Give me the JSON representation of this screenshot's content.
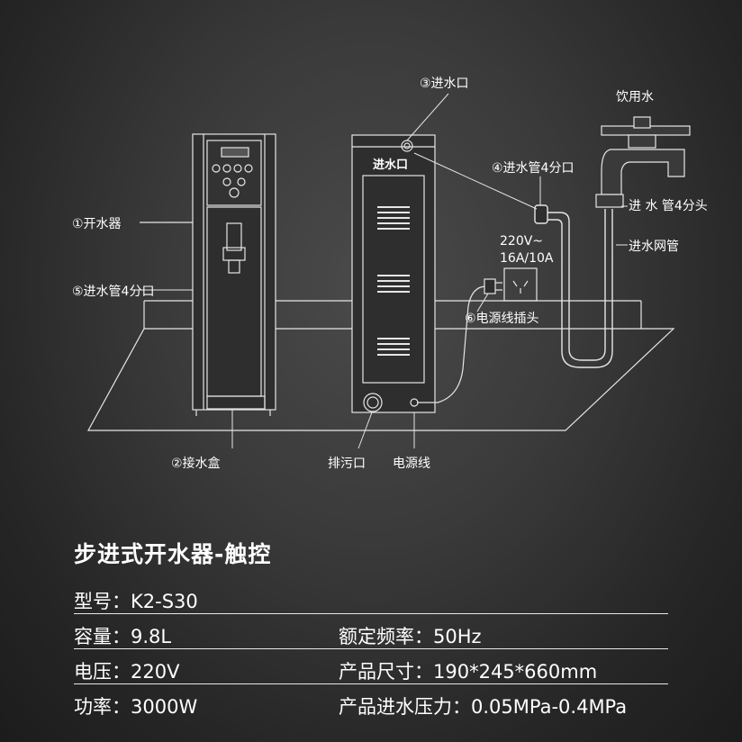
{
  "labels": {
    "boiler": "①开水器",
    "drip_tray": "②接水盒",
    "inlet_port": "③进水口",
    "inlet_pipe_4": "④进水管4分口",
    "inlet_pipe_5": "⑤进水管4分口",
    "power_plug": "⑥电源线插头",
    "drinking_water": "饮用水",
    "inlet_pipe_head": "进 水 管4分头",
    "inlet_mesh_pipe": "进水网管",
    "voltage_rating": "220V~",
    "current_rating": "16A/10A",
    "drain": "排污口",
    "power_cord": "电源线",
    "back_inlet": "进水口"
  },
  "product": {
    "title": "步进式开水器-触控"
  },
  "specs": {
    "model": "型号：K2-S30",
    "capacity": "容量：9.8L",
    "frequency": "额定频率：50Hz",
    "voltage": "电压：220V",
    "size": "产品尺寸：190*245*660mm",
    "power": "功率：3000W",
    "pressure": "产品进水压力：0.05MPa-0.4MPa"
  },
  "colors": {
    "outline": "#e6e6e6",
    "background": "#3a3a3a"
  }
}
